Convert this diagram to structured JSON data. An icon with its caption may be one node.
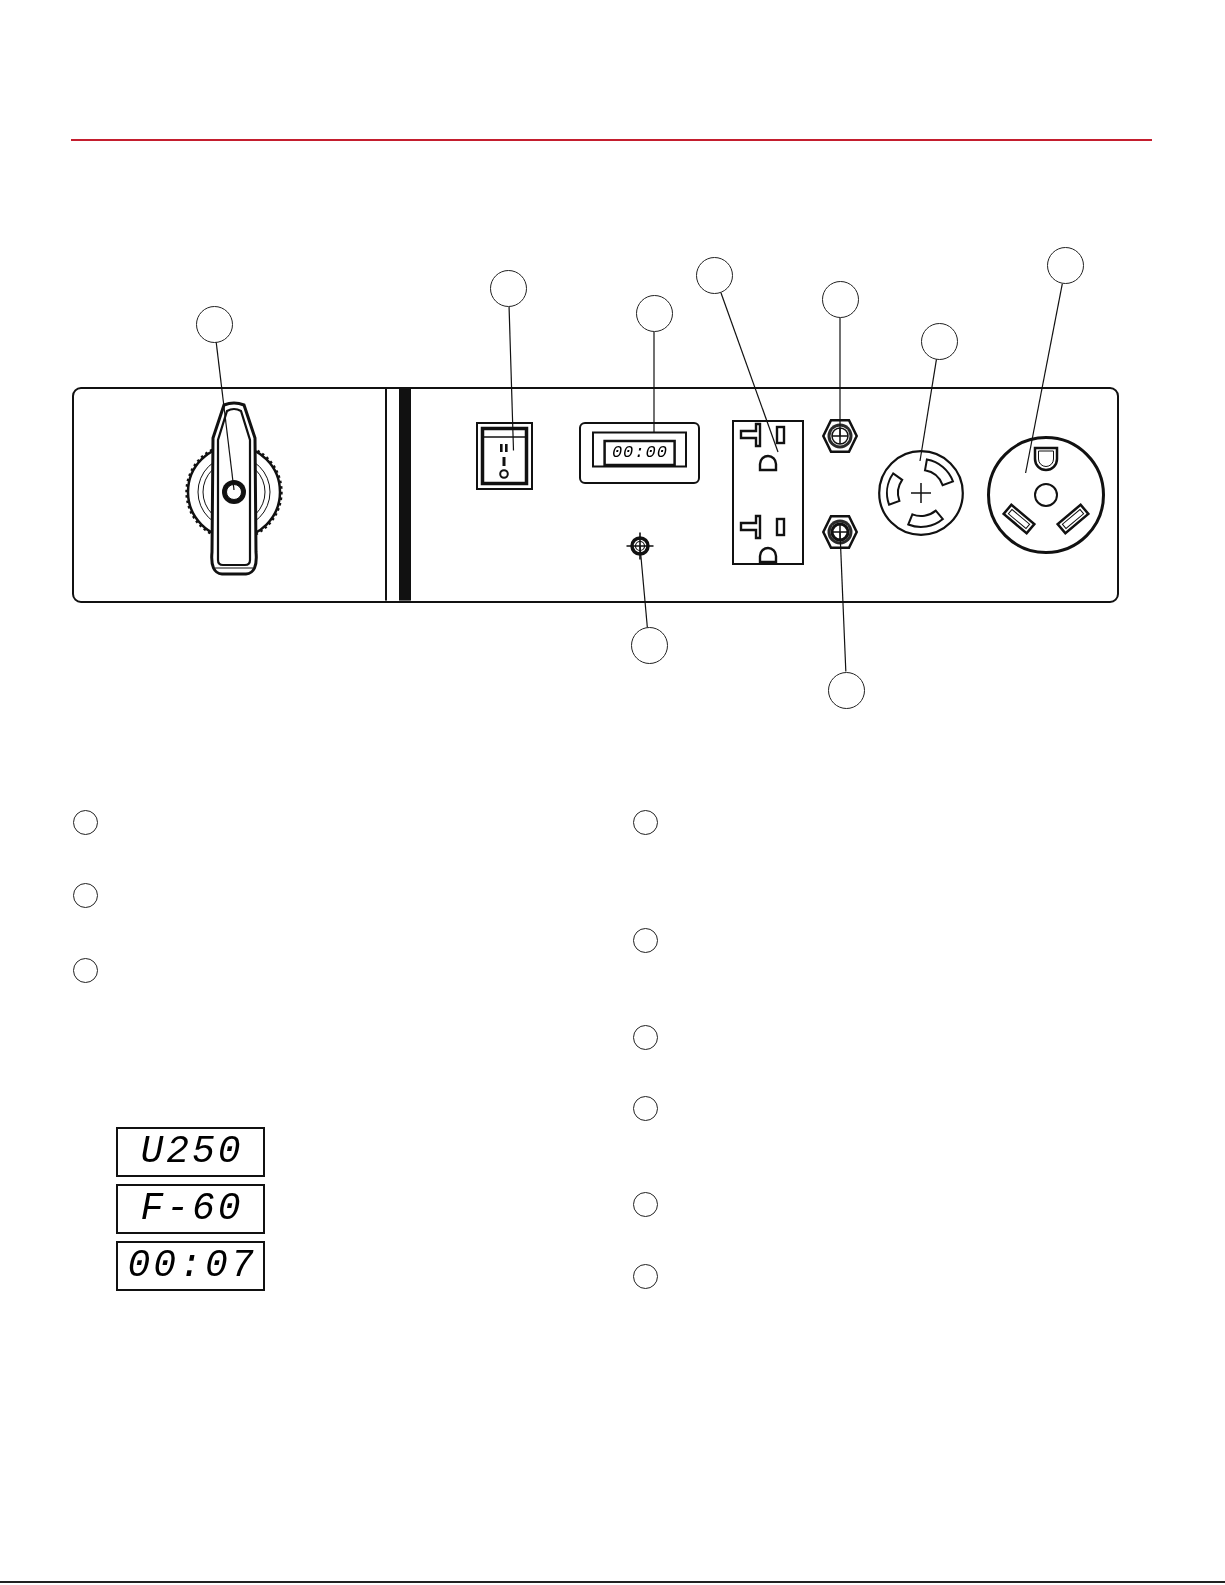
{
  "diagram": {
    "nodes": [
      {
        "text": [],
        "shape": "circle"
      },
      {
        "text": [],
        "shape": "circle"
      },
      {
        "text": [],
        "shape": "circle"
      },
      {
        "text": [],
        "shape": "circle"
      },
      {
        "text": [],
        "shape": "circle"
      },
      {
        "text": [],
        "shape": "circle"
      },
      {
        "text": [],
        "shape": "circle"
      },
      {
        "text": [],
        "shape": "box"
      },
      {
        "text": [],
        "shape": "picture",
        "in": 7
      },
      {
        "text": [],
        "shape": "picture",
        "in": 7
      },
      {
        "text": [
          "00:00"
        ],
        "in": 7
      },
      {
        "text": [],
        "shape": "picture",
        "in": 7
      },
      {
        "text": [],
        "shape": "picture",
        "in": 7
      },
      {
        "text": [],
        "shape": "picture",
        "in": 7
      },
      {
        "text": [],
        "shape": "picture",
        "in": 7
      },
      {
        "text": [],
        "shape": "picture",
        "in": 7
      },
      {
        "text": [],
        "shape": "picture",
        "in": 7
      },
      {
        "text": [],
        "shape": "circle"
      },
      {
        "text": [],
        "shape": "circle"
      },
      {
        "text": [],
        "shape": "circle"
      },
      {
        "text": [],
        "shape": "circle"
      },
      {
        "text": [],
        "shape": "circle"
      },
      {
        "text": [
          "U250"
        ]
      },
      {
        "text": [
          "F-60"
        ]
      },
      {
        "text": [
          "00:07"
        ]
      },
      {
        "text": [],
        "shape": "circle"
      },
      {
        "text": [],
        "shape": "circle"
      },
      {
        "text": [],
        "shape": "circle"
      },
      {
        "text": [],
        "shape": "circle"
      },
      {
        "text": [],
        "shape": "circle"
      },
      {
        "text": [],
        "shape": "circle"
      }
    ],
    "edges": [
      {
        "from": 0,
        "to": 8,
        "arrow": "none"
      },
      {
        "from": 1,
        "to": 9,
        "arrow": "none"
      },
      {
        "from": 2,
        "to": 10,
        "arrow": "none"
      },
      {
        "from": 3,
        "to": 11,
        "arrow": "none"
      },
      {
        "from": 4,
        "to": 12,
        "arrow": "none"
      },
      {
        "from": 5,
        "to": 13,
        "arrow": "none"
      },
      {
        "from": 6,
        "to": 14,
        "arrow": "none"
      },
      {
        "from": 17,
        "to": 15,
        "arrow": "none"
      },
      {
        "from": 18,
        "to": 16,
        "arrow": "none"
      }
    ]
  }
}
